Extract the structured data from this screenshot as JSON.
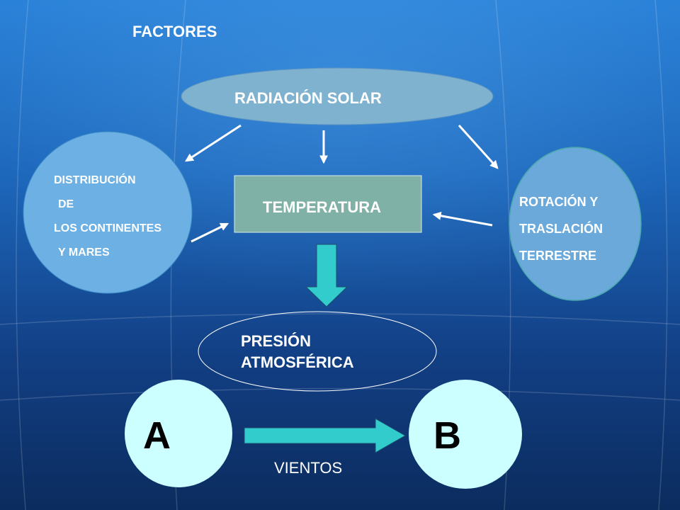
{
  "slide": {
    "title": "FACTORES",
    "radiacion": {
      "label": "RADIACIÓN SOLAR"
    },
    "temperatura": {
      "label": "TEMPERATURA"
    },
    "distribucion": {
      "lines": [
        "DISTRIBUCIÓN",
        "DE",
        "LOS CONTINENTES",
        "Y MARES"
      ]
    },
    "rotacion": {
      "lines": [
        "ROTACIÓN Y",
        "TRASLACIÓN",
        "TERRESTRE"
      ]
    },
    "presion": {
      "lines": [
        "PRESIÓN",
        "ATMOSFÉRICA"
      ]
    },
    "node_a": {
      "label": "A"
    },
    "node_b": {
      "label": "B"
    },
    "vientos": {
      "label": "VIENTOS"
    }
  },
  "colors": {
    "radiacion_fill": "#7fb2cf",
    "temperatura_fill": "#7fb1a6",
    "distribucion_fill": "#6cb0e4",
    "rotacion_fill": "#6aa9da",
    "pressure_node_fill": "#ccffff",
    "block_arrow_fill": "#33cccc"
  }
}
